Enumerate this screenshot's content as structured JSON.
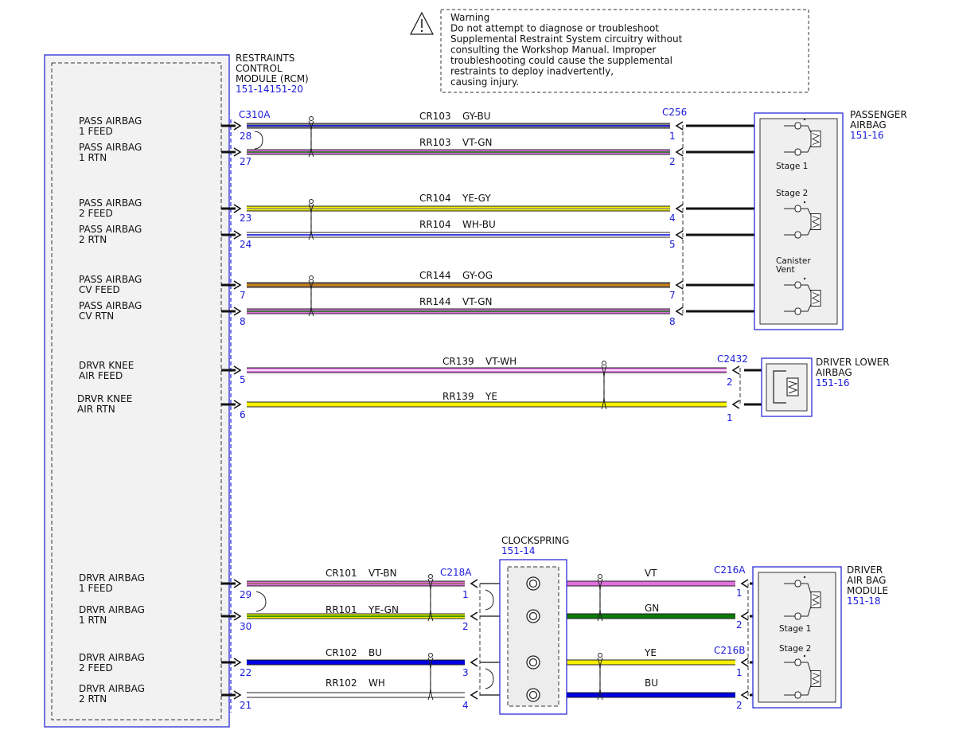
{
  "colors": {
    "module_border": "#2b2bd6",
    "pin_blue": "#1a1adb",
    "GY": "#8a8a8a",
    "BU": "#0000e0",
    "VT": "#e070e0",
    "GN": "#0a7a0a",
    "YE": "#f5f000",
    "WH": "#ffffff",
    "OG": "#e08a00",
    "BN": "#8b6a45"
  },
  "warning": {
    "title": "Warning",
    "lines": [
      "Do not attempt to diagnose or troubleshoot",
      "Supplemental Restraint System circuitry without",
      "consulting the Workshop Manual. Improper",
      "troubleshooting could cause the supplemental",
      "restraints to deploy inadvertently,",
      "causing injury."
    ]
  },
  "rcm": {
    "name_lines": [
      "RESTRAINTS",
      "CONTROL",
      "MODULE (RCM)"
    ],
    "ref": "151-14151-20",
    "connector": "C310A"
  },
  "pin_labels": [
    {
      "lines": [
        "PASS AIRBAG",
        "1 FEED"
      ]
    },
    {
      "lines": [
        "PASS AIRBAG",
        "1 RTN"
      ]
    },
    {
      "lines": [
        "PASS AIRBAG",
        "2 FEED"
      ]
    },
    {
      "lines": [
        "PASS AIRBAG",
        "2 RTN"
      ]
    },
    {
      "lines": [
        "PASS AIRBAG",
        "CV FEED"
      ]
    },
    {
      "lines": [
        "PASS AIRBAG",
        "CV RTN"
      ]
    },
    {
      "lines": [
        "DRVR KNEE",
        "AIR FEED"
      ]
    },
    {
      "lines": [
        "DRVR KNEE",
        "AIR RTN"
      ]
    },
    {
      "lines": [
        "DRVR AIRBAG",
        "1 FEED"
      ]
    },
    {
      "lines": [
        "DRVR AIRBAG",
        "1 RTN"
      ]
    },
    {
      "lines": [
        "DRVR AIRBAG",
        "2 FEED"
      ]
    },
    {
      "lines": [
        "DRVR AIRBAG",
        "2 RTN"
      ]
    }
  ],
  "circuits": [
    {
      "circuit": "CR103",
      "color": "GY-BU",
      "rcm_pin": "28",
      "far_pin": "1",
      "base": "GY",
      "stripe": "BU"
    },
    {
      "circuit": "RR103",
      "color": "VT-GN",
      "rcm_pin": "27",
      "far_pin": "2",
      "base": "VT",
      "stripe": "GN"
    },
    {
      "circuit": "CR104",
      "color": "YE-GY",
      "rcm_pin": "23",
      "far_pin": "4",
      "base": "YE",
      "stripe": "GY"
    },
    {
      "circuit": "RR104",
      "color": "WH-BU",
      "rcm_pin": "24",
      "far_pin": "5",
      "base": "WH",
      "stripe": "BU"
    },
    {
      "circuit": "CR144",
      "color": "GY-OG",
      "rcm_pin": "7",
      "far_pin": "7",
      "base": "BN",
      "stripe": "OG"
    },
    {
      "circuit": "RR144",
      "color": "VT-GN",
      "rcm_pin": "8",
      "far_pin": "8",
      "base": "VT",
      "stripe": "GN"
    },
    {
      "circuit": "CR139",
      "color": "VT-WH",
      "rcm_pin": "5",
      "far_pin": "2",
      "base": "VT",
      "stripe": "WH"
    },
    {
      "circuit": "RR139",
      "color": "YE",
      "rcm_pin": "6",
      "far_pin": "1",
      "base": "YE",
      "stripe": ""
    },
    {
      "circuit": "CR101",
      "color": "VT-BN",
      "rcm_pin": "29",
      "far_pin": "1",
      "base": "VT",
      "stripe": "BN"
    },
    {
      "circuit": "RR101",
      "color": "YE-GN",
      "rcm_pin": "30",
      "far_pin": "2",
      "base": "YE",
      "stripe": "GN"
    },
    {
      "circuit": "CR102",
      "color": "BU",
      "rcm_pin": "22",
      "far_pin": "3",
      "base": "BU",
      "stripe": ""
    },
    {
      "circuit": "RR102",
      "color": "WH",
      "rcm_pin": "21",
      "far_pin": "4",
      "base": "WH",
      "stripe": ""
    }
  ],
  "connectors": {
    "pass": "C256",
    "knee": "C2432",
    "clockspring_in": "C218A",
    "drv_a": "C216A",
    "drv_b": "C216B"
  },
  "passenger_airbag": {
    "name_lines": [
      "PASSENGER",
      "AIRBAG"
    ],
    "ref": "151-16",
    "stages": [
      "Stage 1",
      "Stage 2"
    ],
    "vent_lines": [
      "Canister",
      "Vent"
    ]
  },
  "knee_airbag": {
    "name_lines": [
      "DRIVER LOWER",
      "AIRBAG"
    ],
    "ref": "151-16"
  },
  "clockspring": {
    "name": "CLOCKSPRING",
    "ref": "151-14"
  },
  "driver_module": {
    "name_lines": [
      "DRIVER",
      "AIR BAG",
      "MODULE"
    ],
    "ref": "151-18",
    "stages": [
      "Stage 1",
      "Stage 2"
    ],
    "pins": [
      "1",
      "2",
      "1",
      "2"
    ]
  },
  "clockspring_out_wires": [
    {
      "color": "VT",
      "base": "VT"
    },
    {
      "color": "GN",
      "base": "GN"
    },
    {
      "color": "YE",
      "base": "YE"
    },
    {
      "color": "BU",
      "base": "BU"
    }
  ]
}
